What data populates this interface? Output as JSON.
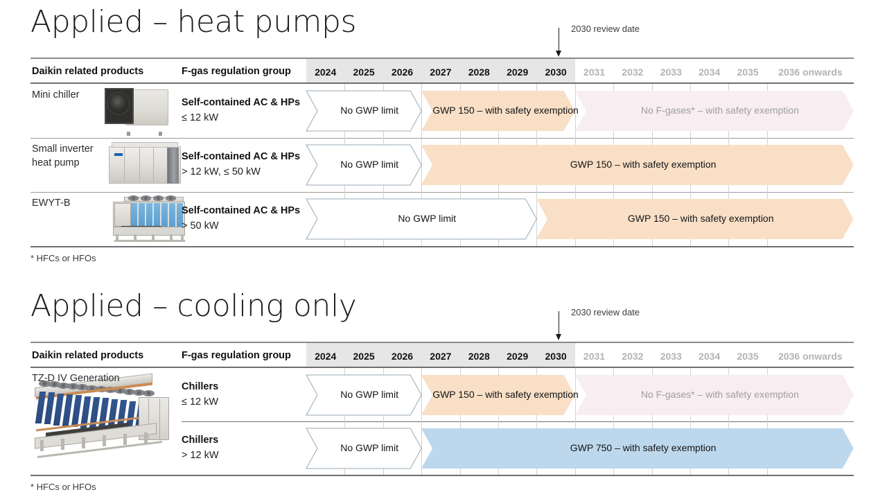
{
  "sections": [
    {
      "id": "heat-pumps",
      "title": "Applied – heat pumps",
      "review_note": "2030 review date",
      "footnote": "* HFCs or HFOs",
      "columns": {
        "products_header": "Daikin related products",
        "group_header": "F-gas regulation group",
        "years": [
          {
            "label": "2024",
            "active": true
          },
          {
            "label": "2025",
            "active": true
          },
          {
            "label": "2026",
            "active": true
          },
          {
            "label": "2027",
            "active": true
          },
          {
            "label": "2028",
            "active": true
          },
          {
            "label": "2029",
            "active": true
          },
          {
            "label": "2030",
            "active": true
          },
          {
            "label": "2031",
            "active": false
          },
          {
            "label": "2032",
            "active": false
          },
          {
            "label": "2033",
            "active": false
          },
          {
            "label": "2034",
            "active": false
          },
          {
            "label": "2035",
            "active": false
          },
          {
            "label": "2036 onwards",
            "active": false
          }
        ]
      },
      "rows": [
        {
          "product": "Mini chiller",
          "photo": "mini-chiller",
          "group_title": "Self-contained AC & HPs",
          "group_sub": "≤ 12 kW",
          "bands": [
            {
              "label": "No GWP limit",
              "style": "white",
              "start": 0,
              "end": 3
            },
            {
              "label": "GWP 150 – with safety exemption",
              "style": "orange",
              "start": 3,
              "end": 7
            },
            {
              "label": "No F-gases* – with safety exemption",
              "style": "pink",
              "start": 7,
              "end": 13
            }
          ]
        },
        {
          "product": "Small inverter\nheat pump",
          "photo": "inverter-heat-pump",
          "group_title": "Self-contained AC & HPs",
          "group_sub": "> 12 kW, ≤ 50 kW",
          "bands": [
            {
              "label": "No GWP limit",
              "style": "white",
              "start": 0,
              "end": 3
            },
            {
              "label": "GWP 150 – with safety exemption",
              "style": "orange",
              "start": 3,
              "end": 13
            }
          ]
        },
        {
          "product": "EWYT-B",
          "photo": "ewyt-chiller",
          "group_title": "Self-contained AC & HPs",
          "group_sub": "> 50 kW",
          "bands": [
            {
              "label": "No GWP limit",
              "style": "white",
              "start": 0,
              "end": 6
            },
            {
              "label": "GWP 150 – with safety exemption",
              "style": "orange",
              "start": 6,
              "end": 13
            }
          ]
        }
      ]
    },
    {
      "id": "cooling-only",
      "title": "Applied – cooling only",
      "review_note": "2030 review date",
      "footnote": "* HFCs or HFOs",
      "columns": {
        "products_header": "Daikin related products",
        "group_header": "F-gas regulation group",
        "years": [
          {
            "label": "2024",
            "active": true
          },
          {
            "label": "2025",
            "active": true
          },
          {
            "label": "2026",
            "active": true
          },
          {
            "label": "2027",
            "active": true
          },
          {
            "label": "2028",
            "active": true
          },
          {
            "label": "2029",
            "active": true
          },
          {
            "label": "2030",
            "active": true
          },
          {
            "label": "2031",
            "active": false
          },
          {
            "label": "2032",
            "active": false
          },
          {
            "label": "2033",
            "active": false
          },
          {
            "label": "2034",
            "active": false
          },
          {
            "label": "2035",
            "active": false
          },
          {
            "label": "2036 onwards",
            "active": false
          }
        ]
      },
      "product_label": "TZ-D IV Generation",
      "rows": [
        {
          "product": "",
          "photo": "tz-d-chiller",
          "group_title": "Chillers",
          "group_sub": "≤ 12 kW",
          "bands": [
            {
              "label": "No GWP limit",
              "style": "white",
              "start": 0,
              "end": 3
            },
            {
              "label": "GWP 150 – with safety exemption",
              "style": "orange",
              "start": 3,
              "end": 7
            },
            {
              "label": "No F-gases* – with safety exemption",
              "style": "pink",
              "start": 7,
              "end": 13
            }
          ]
        },
        {
          "product": "",
          "photo": "",
          "group_title": "Chillers",
          "group_sub": "> 12 kW",
          "bands": [
            {
              "label": "No GWP limit",
              "style": "white",
              "start": 0,
              "end": 3
            },
            {
              "label": "GWP 750 – with safety exemption",
              "style": "blue",
              "start": 3,
              "end": 13
            }
          ]
        }
      ]
    }
  ],
  "colors": {
    "orange": "#f8dfc6",
    "pink": "#f8eef2",
    "blue": "#bdd8ed",
    "white_outline": "#9aa9b4",
    "year_band": "#e6e6e6",
    "year_dim_text": "#b3b3b3",
    "muted_text": "#9d9d9d",
    "rule": "#6e6e6e"
  }
}
